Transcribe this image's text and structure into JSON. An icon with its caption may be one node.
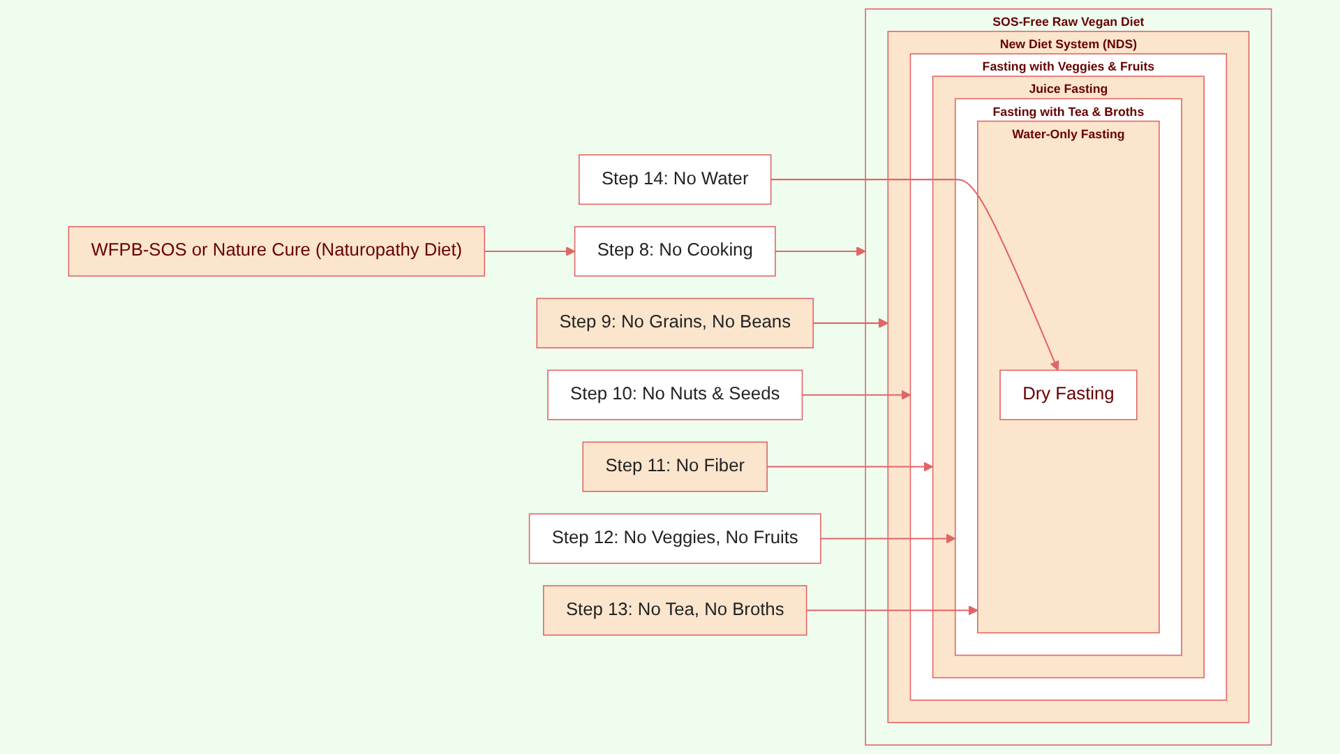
{
  "diagram": {
    "nodes": [
      {
        "text": [
          "WFPB-SOS or Nature Cure (Naturopathy Diet)"
        ]
      },
      {
        "text": [
          "Step 8: No Cooking"
        ]
      },
      {
        "text": [
          "SOS-Free Raw Vegan Diet"
        ]
      },
      {
        "text": [
          "Step 9: No Grains, No Beans"
        ]
      },
      {
        "text": [
          "New Diet System (NDS)"
        ],
        "in": 2
      },
      {
        "text": [
          "Step 10: No Nuts & Seeds"
        ]
      },
      {
        "text": [
          "Fasting with Veggies & Fruits"
        ],
        "in": 4
      },
      {
        "text": [
          "Step 11: No Fiber"
        ]
      },
      {
        "text": [
          "Juice Fasting"
        ],
        "in": 6
      },
      {
        "text": [
          "Step 12: No Veggies, No Fruits"
        ]
      },
      {
        "text": [
          "Fasting with Tea & Broths"
        ],
        "in": 8
      },
      {
        "text": [
          "Step 13: No Tea, No Broths"
        ]
      },
      {
        "text": [
          "Water-Only Fasting"
        ],
        "in": 10
      },
      {
        "text": [
          "Step 14: No Water"
        ]
      },
      {
        "text": [
          "Dry Fasting"
        ],
        "in": 12
      }
    ],
    "edges": [
      {
        "from": 0,
        "to": 1,
        "arrow": "to"
      },
      {
        "from": 1,
        "to": 2,
        "arrow": "to"
      },
      {
        "from": 3,
        "to": 4,
        "arrow": "to"
      },
      {
        "from": 5,
        "to": 6,
        "arrow": "to"
      },
      {
        "from": 7,
        "to": 8,
        "arrow": "to"
      },
      {
        "from": 9,
        "to": 10,
        "arrow": "to"
      },
      {
        "from": 11,
        "to": 12,
        "arrow": "to"
      },
      {
        "from": 13,
        "to": 14,
        "arrow": "to"
      }
    ]
  }
}
